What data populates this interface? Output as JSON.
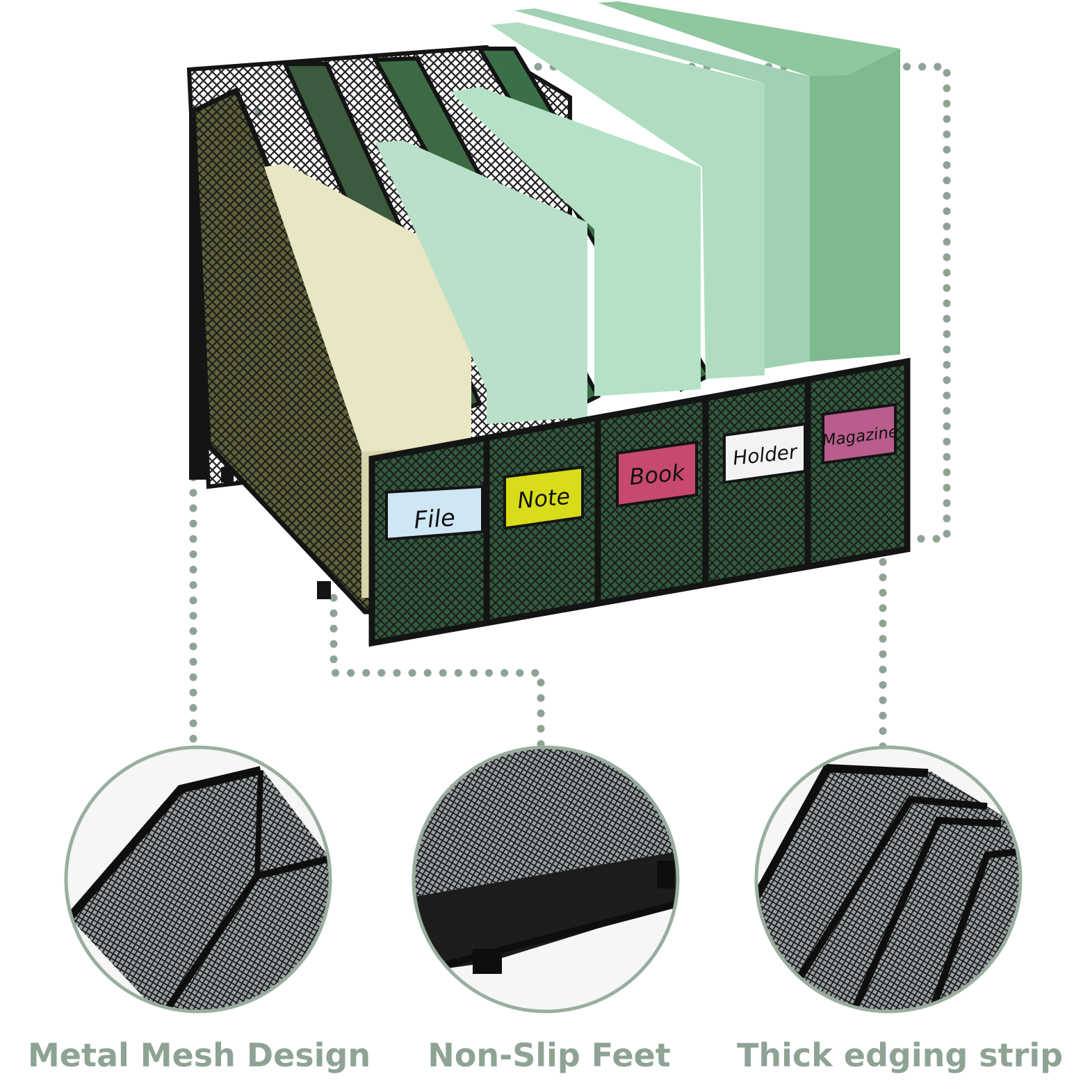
{
  "colors": {
    "accent": "#8ea394",
    "frame": "#141414",
    "mesh": "#2b2b2b"
  },
  "labels": [
    {
      "text": "File",
      "color": "#cfe6f5"
    },
    {
      "text": "Note",
      "color": "#d8dc1a"
    },
    {
      "text": "Book",
      "color": "#c7496f"
    },
    {
      "text": "Holder",
      "color": "#f3f3f3"
    },
    {
      "text": "Magazine",
      "color": "#b85d8c"
    }
  ],
  "features": [
    {
      "caption": "Metal Mesh Design"
    },
    {
      "caption": "Non-Slip Feet"
    },
    {
      "caption": "Thick edging strip"
    }
  ]
}
